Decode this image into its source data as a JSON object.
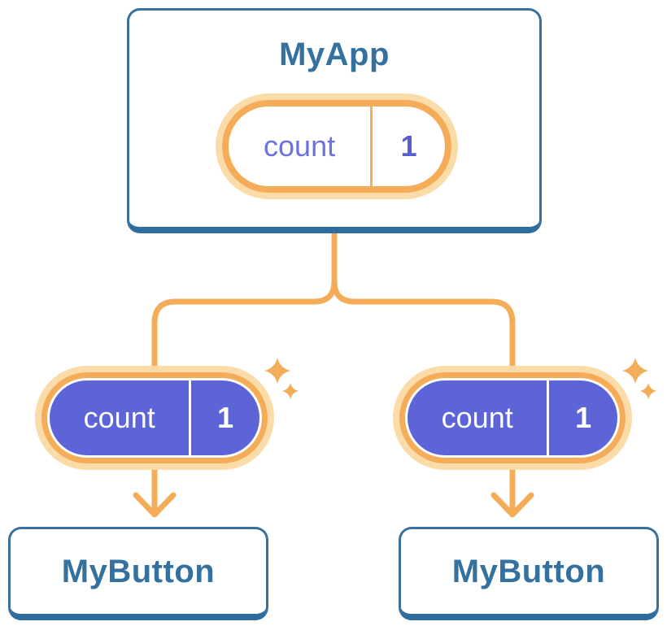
{
  "diagram": {
    "description": "React state tree: parent component sharing state with two children",
    "root": {
      "title": "MyApp",
      "state": {
        "name": "count",
        "value": "1"
      }
    },
    "children": [
      {
        "title": "MyButton",
        "state": {
          "name": "count",
          "value": "1"
        }
      },
      {
        "title": "MyButton",
        "state": {
          "name": "count",
          "value": "1"
        }
      }
    ],
    "icons": {
      "sparkle": "sparkle-icon"
    },
    "colors": {
      "component_border_blue": "#38719F",
      "component_shadow_blue": "#2E6D9E",
      "component_text_blue": "#35719F",
      "connector_orange": "#F4AC58",
      "pill_glow_orange": "#FBDCA9",
      "sparkle_orange": "#F3AD58",
      "state_pill_purple": "#5D64D8",
      "state_name_purple": "#6D71DF",
      "state_value_purple": "#575CD3",
      "background": "#FFFFFF"
    }
  }
}
